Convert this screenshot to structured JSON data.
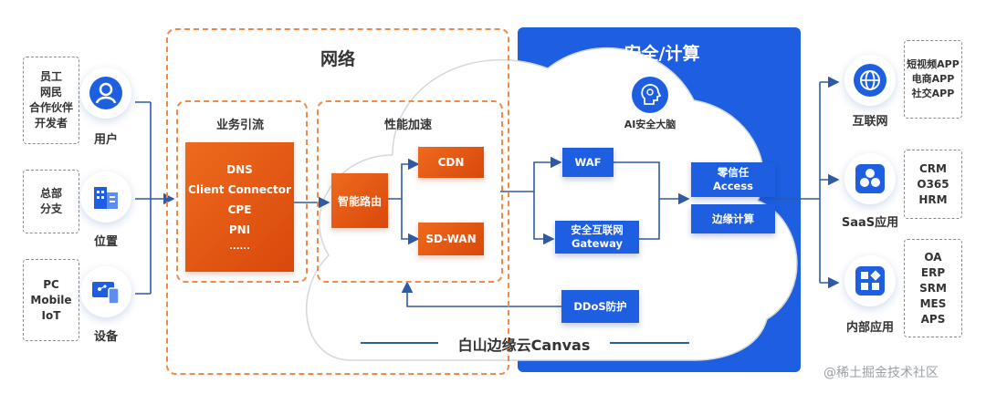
{
  "network": {
    "title": "网络"
  },
  "security": {
    "title": "安全/计算"
  },
  "left_groups": [
    {
      "items": [
        "员工",
        "网民",
        "合作伙伴",
        "开发者"
      ],
      "label": "用户",
      "icon": "user-icon"
    },
    {
      "items": [
        "总部",
        "分支"
      ],
      "label": "位置",
      "icon": "building-icon"
    },
    {
      "items": [
        "PC",
        "Mobile",
        "IoT"
      ],
      "label": "设备",
      "icon": "devices-icon"
    }
  ],
  "traffic": {
    "title": "业务引流",
    "items": [
      "DNS",
      "Client Connector",
      "CPE",
      "PNI",
      "......"
    ]
  },
  "acceleration": {
    "title": "性能加速",
    "router": "智能路由",
    "cdn": "CDN",
    "sdwan": "SD-WAN"
  },
  "ai_brain": {
    "label": "AI安全大脑",
    "icon": "ai-head-icon"
  },
  "security_nodes": {
    "waf": "WAF",
    "gateway": [
      "安全互联网",
      "Gateway"
    ],
    "zero_trust": [
      "零信任",
      "Access"
    ],
    "edge_compute": "边缘计算",
    "ddos": "DDoS防护"
  },
  "canvas": {
    "label": "白山边缘云Canvas"
  },
  "right_groups": [
    {
      "label": "互联网",
      "icon": "globe-icon",
      "items": [
        "短视频APP",
        "电商APP",
        "社交APP"
      ]
    },
    {
      "label": "SaaS应用",
      "icon": "saas-icon",
      "items": [
        "CRM",
        "O365",
        "HRM"
      ]
    },
    {
      "label": "内部应用",
      "icon": "apps-grid-icon",
      "items": [
        "OA",
        "ERP",
        "SRM",
        "MES",
        "APS"
      ]
    }
  ],
  "watermark": "@稀土掘金技术社区",
  "colors": {
    "blue": "#1d5fe0",
    "orange": "#e45d17",
    "dash_orange": "#f08a4b",
    "arrow": "#2e5aa8"
  }
}
